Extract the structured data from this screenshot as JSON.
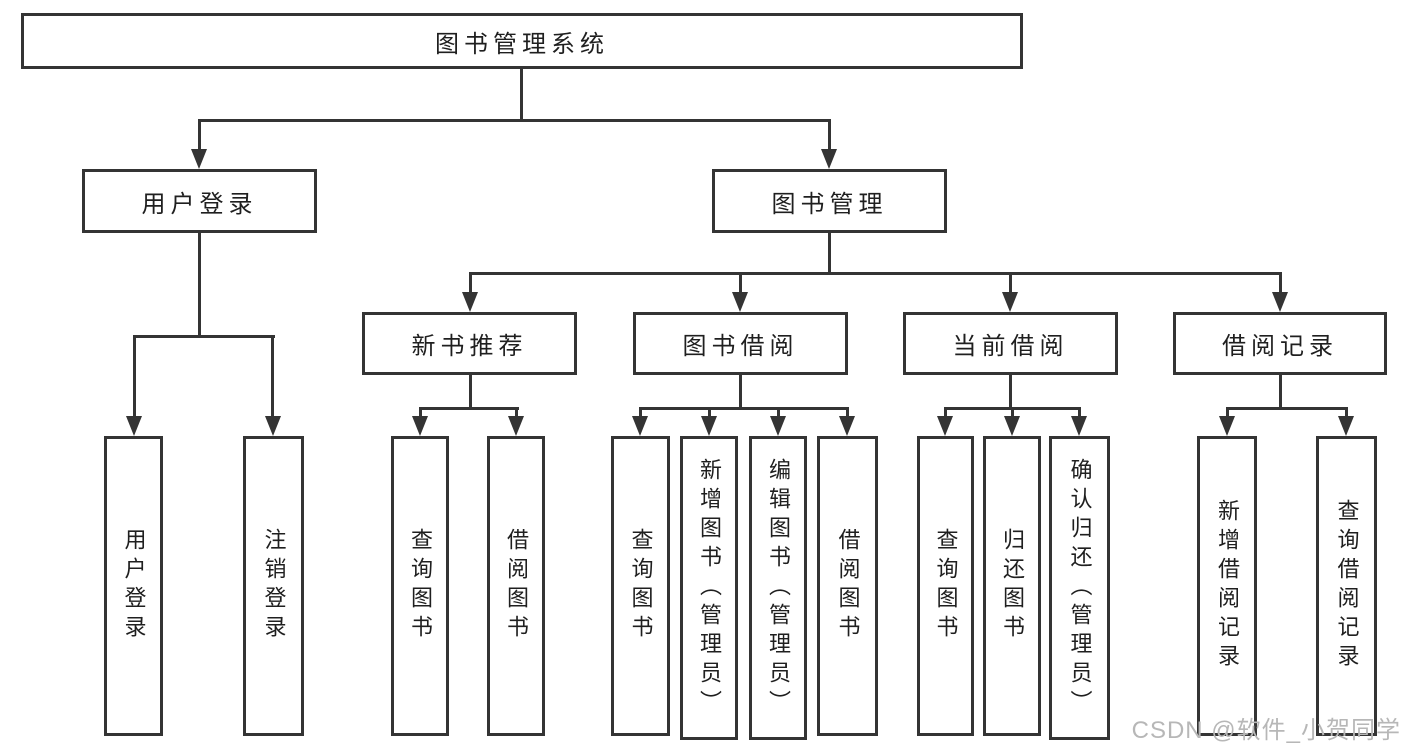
{
  "tree": {
    "root": {
      "label": "图书管理系统",
      "children": [
        {
          "label": "用户登录",
          "children": [
            {
              "label": "用户登录"
            },
            {
              "label": "注销登录"
            }
          ]
        },
        {
          "label": "图书管理",
          "children": [
            {
              "label": "新书推荐",
              "children": [
                {
                  "label": "查询图书"
                },
                {
                  "label": "借阅图书"
                }
              ]
            },
            {
              "label": "图书借阅",
              "children": [
                {
                  "label": "查询图书"
                },
                {
                  "label": "新增图书（管理员）"
                },
                {
                  "label": "编辑图书（管理员）"
                },
                {
                  "label": "借阅图书"
                }
              ]
            },
            {
              "label": "当前借阅",
              "children": [
                {
                  "label": "查询图书"
                },
                {
                  "label": "归还图书"
                },
                {
                  "label": "确认归还（管理员）"
                }
              ]
            },
            {
              "label": "借阅记录",
              "children": [
                {
                  "label": "新增借阅记录"
                },
                {
                  "label": "查询借阅记录"
                }
              ]
            }
          ]
        }
      ]
    }
  },
  "watermark": "CSDN @软件_小贺同学",
  "colors": {
    "line": "#343434",
    "text": "#1f1f1f",
    "watermark": "#b7b7b7",
    "background": "#ffffff"
  }
}
